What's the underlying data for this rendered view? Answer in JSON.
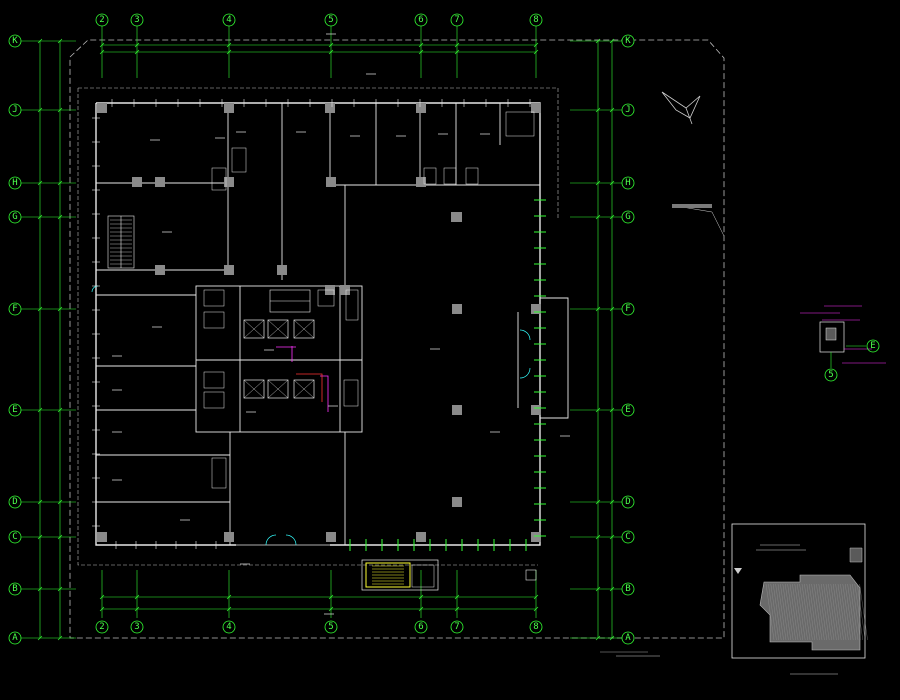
{
  "grid": {
    "columns": [
      "2",
      "3",
      "4",
      "5",
      "6",
      "7",
      "8"
    ],
    "rows": [
      "K",
      "J",
      "H",
      "G",
      "F",
      "E",
      "D",
      "C",
      "B",
      "A"
    ]
  },
  "detail": {
    "grid_col": "5",
    "grid_row": "E"
  },
  "colors": {
    "background": "#000000",
    "grid_green": "#33ff33",
    "wall_white": "#e8e8e8",
    "stair_yellow": "#ffff33",
    "door_cyan": "#33ffff",
    "note_magenta": "#ff33ff"
  }
}
